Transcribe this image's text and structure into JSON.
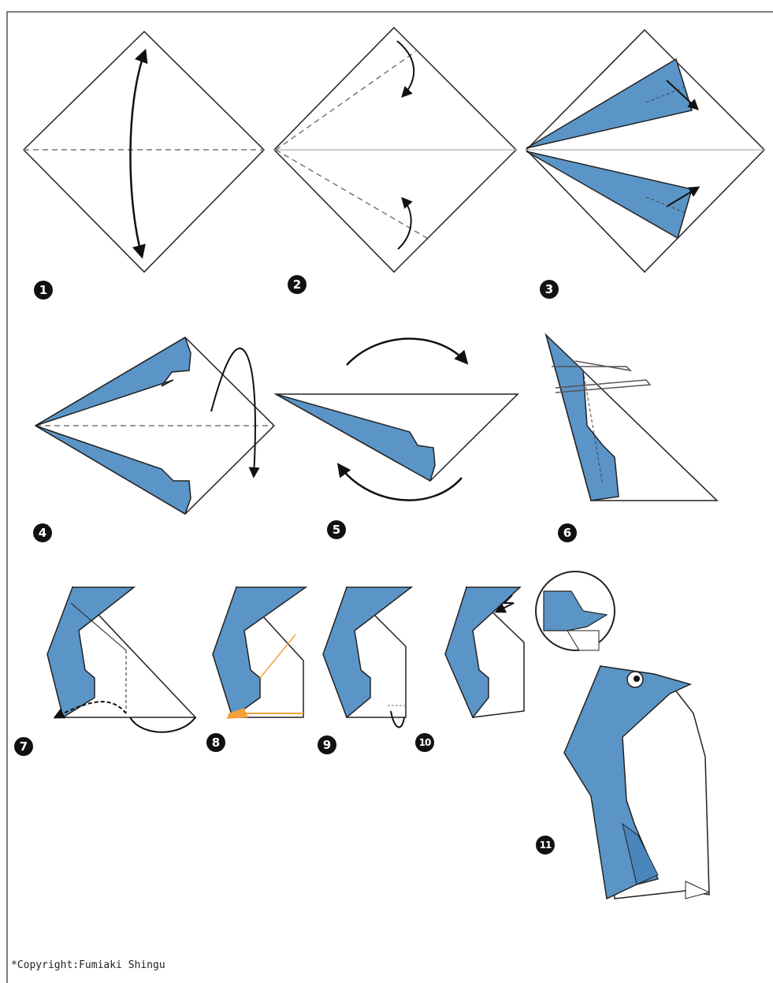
{
  "steps": [
    {
      "number": "1"
    },
    {
      "number": "2"
    },
    {
      "number": "3"
    },
    {
      "number": "4"
    },
    {
      "number": "5"
    },
    {
      "number": "6"
    },
    {
      "number": "7"
    },
    {
      "number": "8"
    },
    {
      "number": "9"
    },
    {
      "number": "10"
    },
    {
      "number": "11"
    }
  ],
  "copyright": "*Copyright:Fumiaki Shingu",
  "colors": {
    "paper_blue": "#5b95c7",
    "paper_white": "#ffffff",
    "line": "#222222",
    "fold_dash": "#777777",
    "frame": "#7d7d7d",
    "highlight_orange": "#f4a23a"
  }
}
